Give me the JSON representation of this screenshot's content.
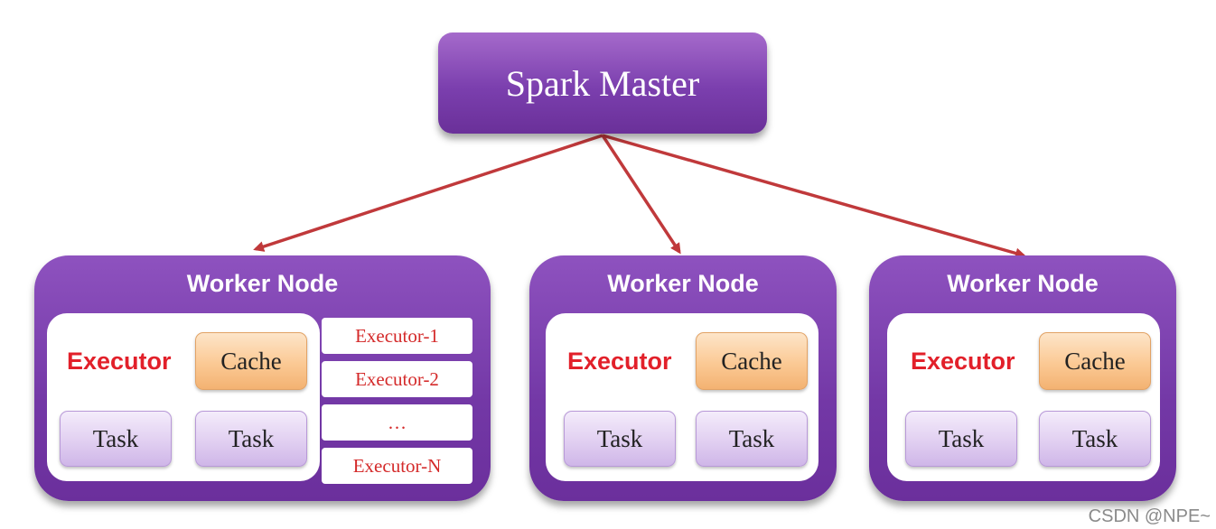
{
  "master": {
    "label": "Spark Master"
  },
  "workers": [
    {
      "title": "Worker Node",
      "executor_label": "Executor",
      "cache_label": "Cache",
      "tasks": [
        "Task",
        "Task"
      ],
      "executor_list": [
        "Executor-1",
        "Executor-2",
        "…",
        "Executor-N"
      ]
    },
    {
      "title": "Worker Node",
      "executor_label": "Executor",
      "cache_label": "Cache",
      "tasks": [
        "Task",
        "Task"
      ]
    },
    {
      "title": "Worker Node",
      "executor_label": "Executor",
      "cache_label": "Cache",
      "tasks": [
        "Task",
        "Task"
      ]
    }
  ],
  "watermark": "CSDN @NPE~",
  "colors": {
    "arrow": "#c0393b",
    "node_purple": "#7338a6",
    "executor_red": "#e2202a",
    "cache_orange": "#fbc994",
    "task_lavender": "#e1cff1"
  }
}
